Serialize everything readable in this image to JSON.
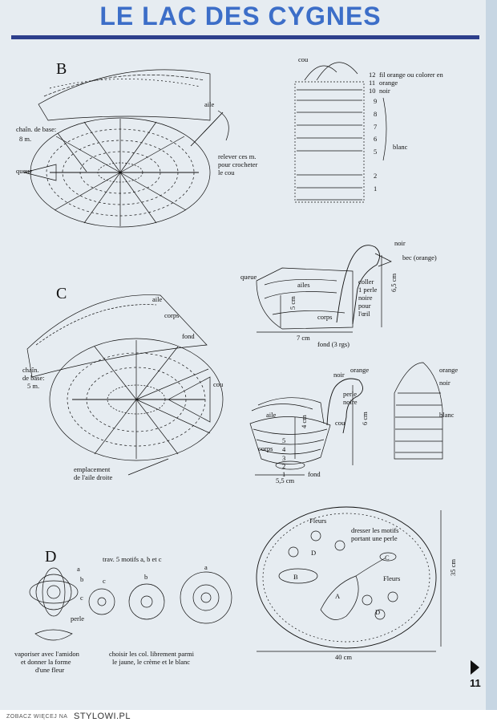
{
  "title": "LE LAC DES CYGNES",
  "page_number": "11",
  "footer": {
    "prefix": "ZOBACZ WIĘCEJ NA",
    "site": "STYLOWI.PL"
  },
  "section_b": {
    "letter": "B",
    "labels": {
      "aile": "aile",
      "chain_line1": "chaîn. de base:",
      "chain_line2": "8 m.",
      "queue": "queue",
      "relever_line1": "relever ces m.",
      "relever_line2": "pour crocheter",
      "relever_line3": "le cou"
    }
  },
  "neck_chart": {
    "cou": "cou",
    "rows": [
      "12",
      "11",
      "10",
      "9",
      "8",
      "7",
      "6",
      "5",
      "2",
      "1"
    ],
    "row12_note": "fil orange ou colorer en",
    "row11_note": "orange",
    "row10_note": "noir",
    "blanc": "blanc"
  },
  "swan_side": {
    "noir": "noir",
    "bec": "bec (orange)",
    "queue": "queue",
    "ailes": "ailes",
    "corps": "corps",
    "coller_lines": [
      "coller",
      "1 perle",
      "noire",
      "pour",
      "l'œil"
    ],
    "height_5cm": "5 cm",
    "height_65cm": "6,5 cm",
    "width_7cm": "7 cm",
    "fond": "fond (3 rgs)"
  },
  "section_c": {
    "letter": "C",
    "labels": {
      "aile": "aile",
      "corps": "corps",
      "fond": "fond",
      "chain_line1": "chaîn.",
      "chain_line2": "de base:",
      "chain_line3": "5 m.",
      "cou": "cou",
      "emplacement_line1": "emplacement",
      "emplacement_line2": "de l'aile droite"
    }
  },
  "swan_3d": {
    "noir": "noir",
    "orange": "orange",
    "perle_line1": "perle",
    "perle_line2": "noire",
    "cou": "cou",
    "aile": "aile",
    "corps": "corps",
    "fond": "fond",
    "height_4cm": "4 cm",
    "height_6cm": "6 cm",
    "width_55cm": "5,5 cm",
    "rows": [
      "5",
      "4",
      "3",
      "2",
      "1"
    ]
  },
  "head_chart": {
    "orange": "orange",
    "noir": "noir",
    "blanc": "blanc"
  },
  "section_d": {
    "letter": "D",
    "caption": "trav. 5 motifs a, b et c",
    "letters_a": "a",
    "letters_b": "b",
    "letters_c": "c",
    "perle": "perle",
    "left_lines": [
      "vaporiser avec l'amidon",
      "et donner la forme",
      "d'une fleur"
    ],
    "right_lines": [
      "choisir les col. librement parmi",
      "le jaune, le crème et le blanc"
    ]
  },
  "lake": {
    "fleurs_top": "Fleurs",
    "dresser_lines": [
      "dresser les motifs",
      "portant une perle"
    ],
    "fleurs_right": "Fleurs",
    "d1": "D",
    "d2": "D",
    "a": "A",
    "b": "B",
    "c": "C",
    "height": "35 cm",
    "width": "40 cm"
  }
}
